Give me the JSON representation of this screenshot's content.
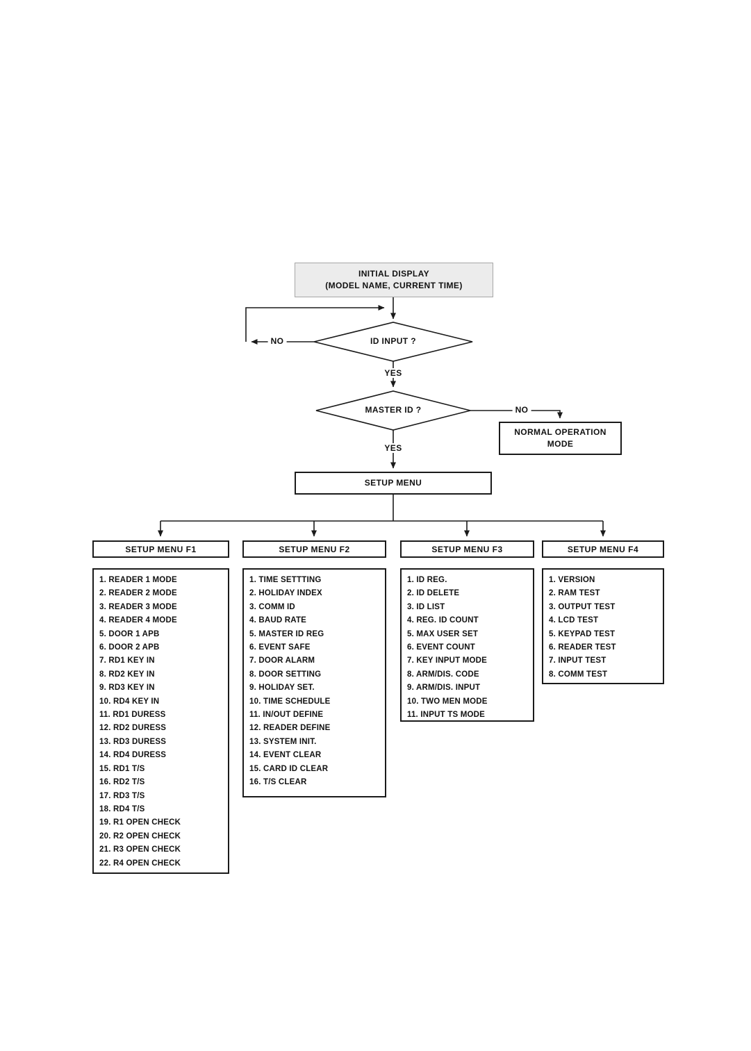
{
  "diagram": {
    "initial_display": {
      "line1": "INITIAL DISPLAY",
      "line2": "(MODEL NAME, CURRENT TIME)"
    },
    "decision_id_input": {
      "label": "ID INPUT ?",
      "no": "NO",
      "yes": "YES"
    },
    "decision_master_id": {
      "label": "MASTER ID ?",
      "no": "NO",
      "yes": "YES"
    },
    "normal_operation": {
      "line1": "NORMAL OPERATION",
      "line2": "MODE"
    },
    "setup_menu_label": "SETUP MENU"
  },
  "menus": [
    {
      "title": "SETUP MENU F1",
      "items": [
        "1. READER 1 MODE",
        "2. READER 2 MODE",
        "3. READER 3 MODE",
        "4. READER 4 MODE",
        "5. DOOR 1 APB",
        "6. DOOR 2 APB",
        "7. RD1 KEY IN",
        "8. RD2 KEY IN",
        "9. RD3 KEY IN",
        "10. RD4 KEY IN",
        "11. RD1 DURESS",
        "12. RD2 DURESS",
        "13. RD3 DURESS",
        "14. RD4 DURESS",
        "15. RD1 T/S",
        "16. RD2 T/S",
        "17. RD3 T/S",
        "18. RD4 T/S",
        "19. R1 OPEN CHECK",
        "20. R2 OPEN CHECK",
        "21. R3 OPEN CHECK",
        "22. R4 OPEN CHECK"
      ]
    },
    {
      "title": "SETUP MENU F2",
      "items": [
        "1. TIME SETTTING",
        "2. HOLIDAY INDEX",
        "3. COMM ID",
        "4. BAUD RATE",
        "5. MASTER ID REG",
        "6. EVENT SAFE",
        "7. DOOR ALARM",
        "8. DOOR SETTING",
        "9. HOLIDAY SET.",
        "10. TIME SCHEDULE",
        "11. IN/OUT DEFINE",
        "12. READER DEFINE",
        "13. SYSTEM INIT.",
        "14. EVENT CLEAR",
        "15. CARD ID CLEAR",
        "16. T/S  CLEAR"
      ]
    },
    {
      "title": "SETUP MENU F3",
      "items": [
        "1.  ID REG.",
        "2.  ID DELETE",
        "3.  ID LIST",
        "4.  REG. ID COUNT",
        "5.  MAX USER SET",
        "6.  EVENT COUNT",
        "7.  KEY INPUT MODE",
        "8.  ARM/DIS. CODE",
        "9.  ARM/DIS. INPUT",
        "10. TWO MEN MODE",
        "11. INPUT TS MODE"
      ]
    },
    {
      "title": "SETUP MENU F4",
      "items": [
        "1. VERSION",
        "2. RAM TEST",
        "3. OUTPUT TEST",
        "4. LCD TEST",
        "5. KEYPAD TEST",
        "6. READER TEST",
        "7. INPUT TEST",
        "8. COMM TEST"
      ]
    }
  ],
  "colors": {
    "line": "#1a1a1a",
    "initial_box_fill": "#ececec",
    "initial_box_border": "#a6a6a6"
  }
}
